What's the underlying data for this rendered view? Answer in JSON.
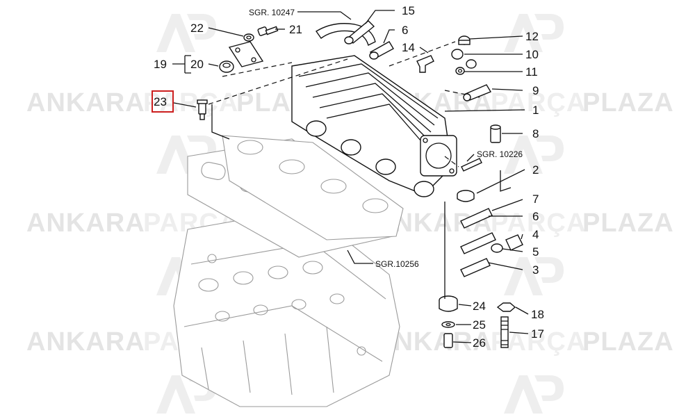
{
  "diagram": {
    "colors": {
      "highlight": "#cc1f1f",
      "watermark": "#e6e6e6",
      "line": "#111111",
      "ghost": "#9a9a9a"
    },
    "watermark": {
      "brand_bold_1": "ANKARA",
      "brand_light": "PARÇA",
      "brand_bold_2": "PLAZA",
      "logo": "AP"
    },
    "highlighted_part": "23",
    "references": {
      "r1": "SGR. 10247",
      "r2": "SGR. 10226",
      "r3": "SGR.10256"
    },
    "callouts": {
      "p1": "1",
      "p2": "2",
      "p3": "3",
      "p4": "4",
      "p5": "5",
      "p6a": "6",
      "p6b": "6",
      "p7": "7",
      "p8": "8",
      "p9": "9",
      "p10": "10",
      "p11": "11",
      "p12": "12",
      "p14": "14",
      "p15": "15",
      "p17": "17",
      "p18": "18",
      "p19": "19",
      "p20": "20",
      "p21": "21",
      "p22": "22",
      "p23": "23",
      "p24": "24",
      "p25": "25",
      "p26": "26"
    }
  }
}
